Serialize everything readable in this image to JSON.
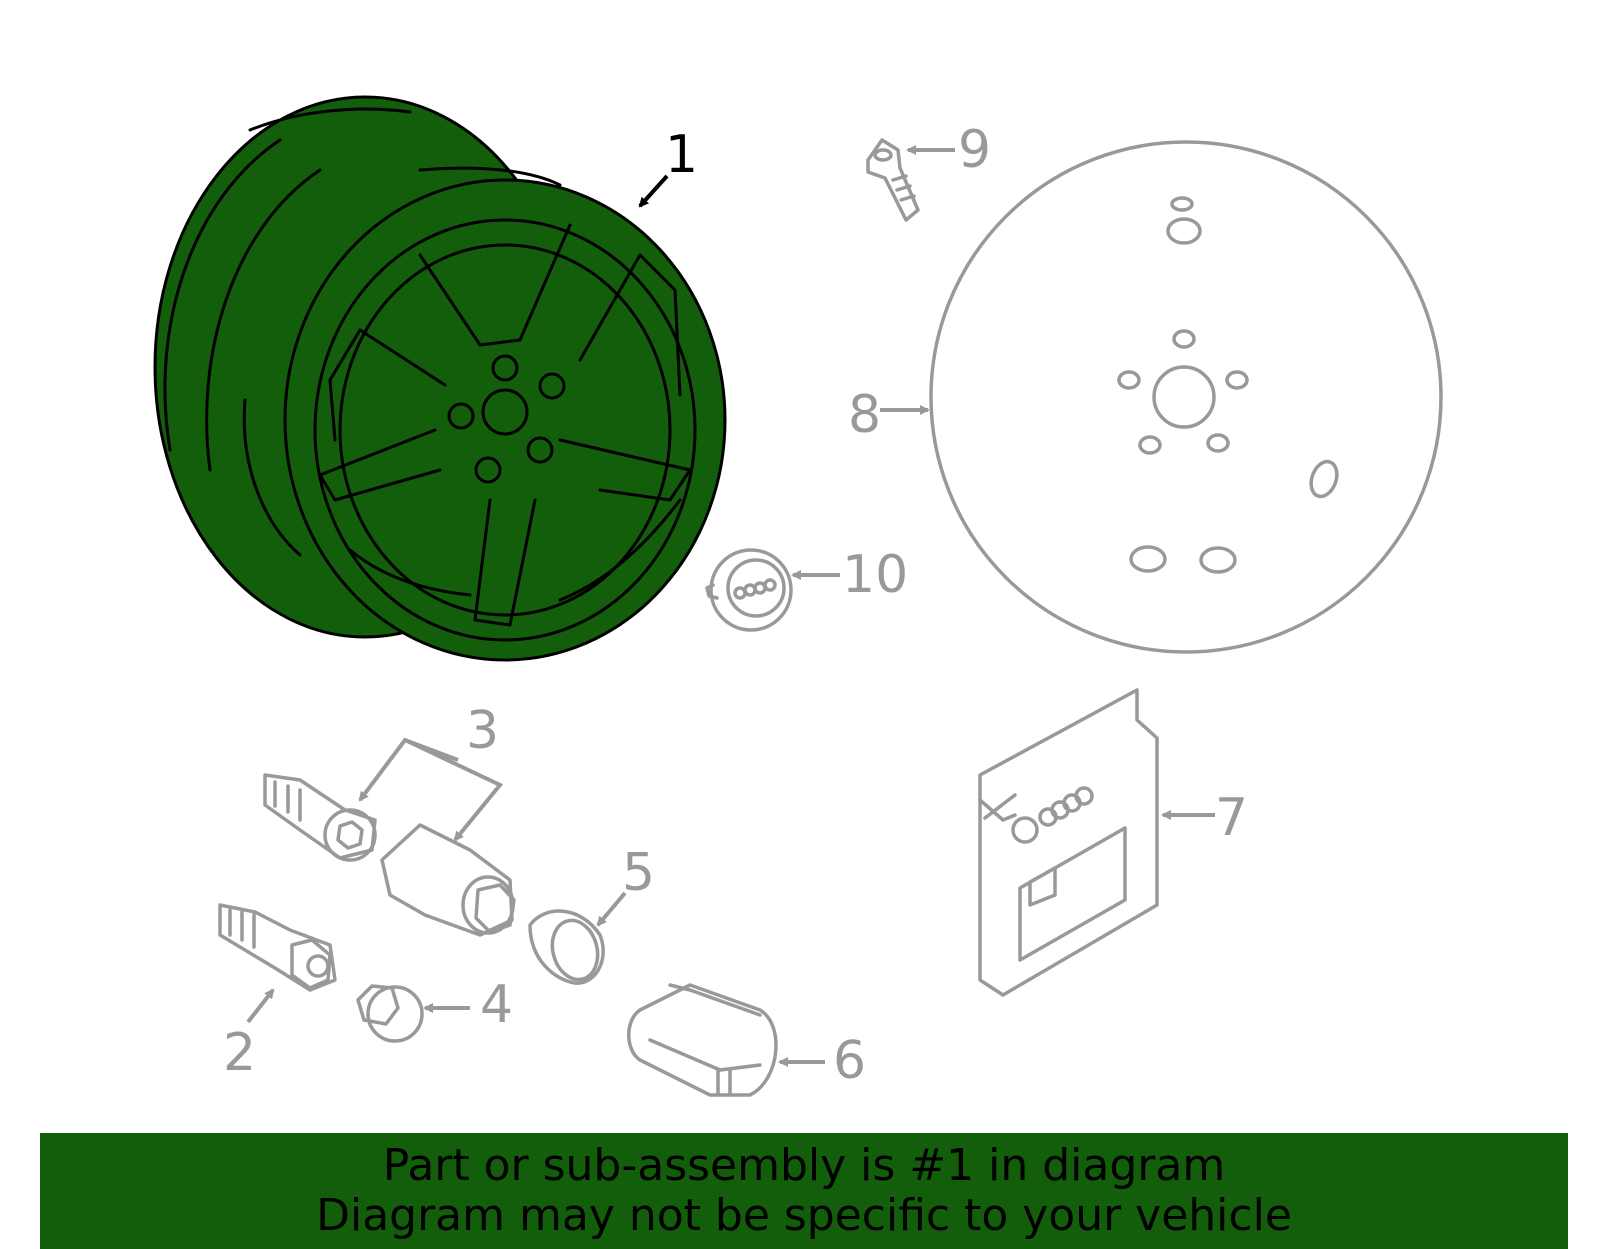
{
  "colors": {
    "highlight": "#135e0b",
    "part_gray": "#999999",
    "banner_bg": "#135e0b",
    "highlight_outline": "#000000"
  },
  "callouts": {
    "c1": "1",
    "c2": "2",
    "c3": "3",
    "c4": "4",
    "c5": "5",
    "c6": "6",
    "c7": "7",
    "c8": "8",
    "c9": "9",
    "c10": "10"
  },
  "highlighted_part": "1",
  "banner": {
    "line1": "Part or sub-assembly is #1 in diagram",
    "line2": "Diagram may not be specific to your vehicle"
  }
}
